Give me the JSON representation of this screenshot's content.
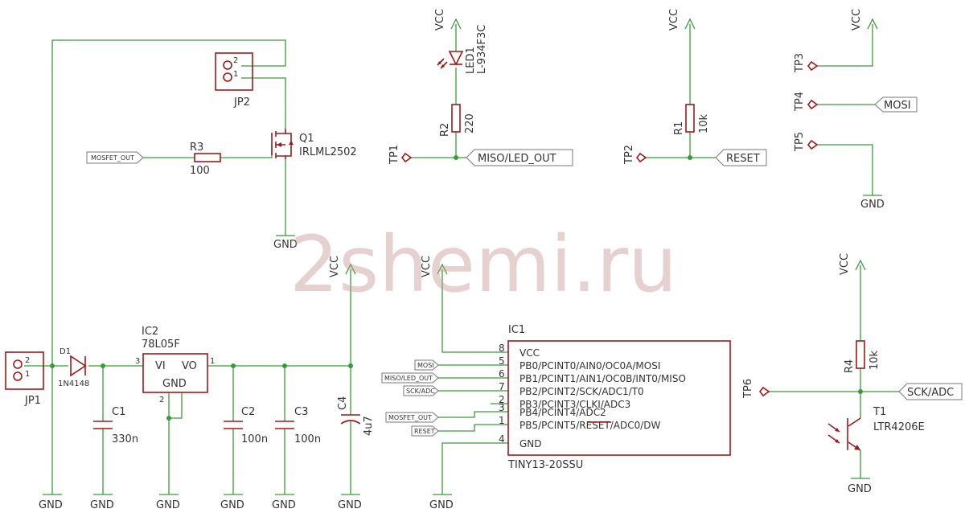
{
  "watermark": "2shemi.ru",
  "ic1": {
    "name": "IC1",
    "value": "TINY13-20SSU",
    "pins": [
      {
        "num": "8",
        "name": "VCC"
      },
      {
        "num": "5",
        "name": "PB0/PCINT0/AIN0/OC0A/MOSI"
      },
      {
        "num": "6",
        "name": "PB1/PCINT1/AIN1/OC0B/INT0/MISO"
      },
      {
        "num": "7",
        "name": "PB2/PCINT2/SCK/ADC1/T0"
      },
      {
        "num": "2",
        "name": "PB3/PCINT3/CLKI/ADC3"
      },
      {
        "num": "3",
        "name": "PB4/PCINT4/ADC2"
      },
      {
        "num": "1",
        "name": "PB5/PCINT5/RESET/ADC0/DW"
      },
      {
        "num": "4",
        "name": "GND"
      }
    ],
    "net_tags": [
      "MOSI",
      "MISO/LED_OUT",
      "SCK/ADC",
      "MOSFET_OUT",
      "RESET"
    ]
  },
  "ic2": {
    "name": "IC2",
    "value": "78L05F",
    "vi": "VI",
    "vo": "VO",
    "gnd": "GND",
    "pin_in": "3",
    "pin_out": "1",
    "pin_gnd": "2"
  },
  "jp1": {
    "name": "JP1",
    "pin1": "1",
    "pin2": "2"
  },
  "jp2": {
    "name": "JP2",
    "pin1": "1",
    "pin2": "2"
  },
  "d1": {
    "name": "D1",
    "value": "1N4148"
  },
  "c1": {
    "name": "C1",
    "value": "330n"
  },
  "c2": {
    "name": "C2",
    "value": "100n"
  },
  "c3": {
    "name": "C3",
    "value": "100n"
  },
  "c4": {
    "name": "C4",
    "value": "4u7"
  },
  "q1": {
    "name": "Q1",
    "value": "IRLML2502"
  },
  "r1": {
    "name": "R1",
    "value": "10k"
  },
  "r2": {
    "name": "R2",
    "value": "220"
  },
  "r3": {
    "name": "R3",
    "value": "100"
  },
  "r4": {
    "name": "R4",
    "value": "10k"
  },
  "led1": {
    "name": "LED1",
    "value": "L-934F3C"
  },
  "t1": {
    "name": "T1",
    "value": "LTR4206E"
  },
  "testpoints": {
    "tp1": "TP1",
    "tp2": "TP2",
    "tp3": "TP3",
    "tp4": "TP4",
    "tp5": "TP5",
    "tp6": "TP6"
  },
  "nets": {
    "vcc": "VCC",
    "gnd": "GND",
    "miso_led_out": "MISO/LED_OUT",
    "reset": "RESET",
    "mosi": "MOSI",
    "sck_adc": "SCK/ADC",
    "mosfet_out": "MOSFET_OUT"
  }
}
